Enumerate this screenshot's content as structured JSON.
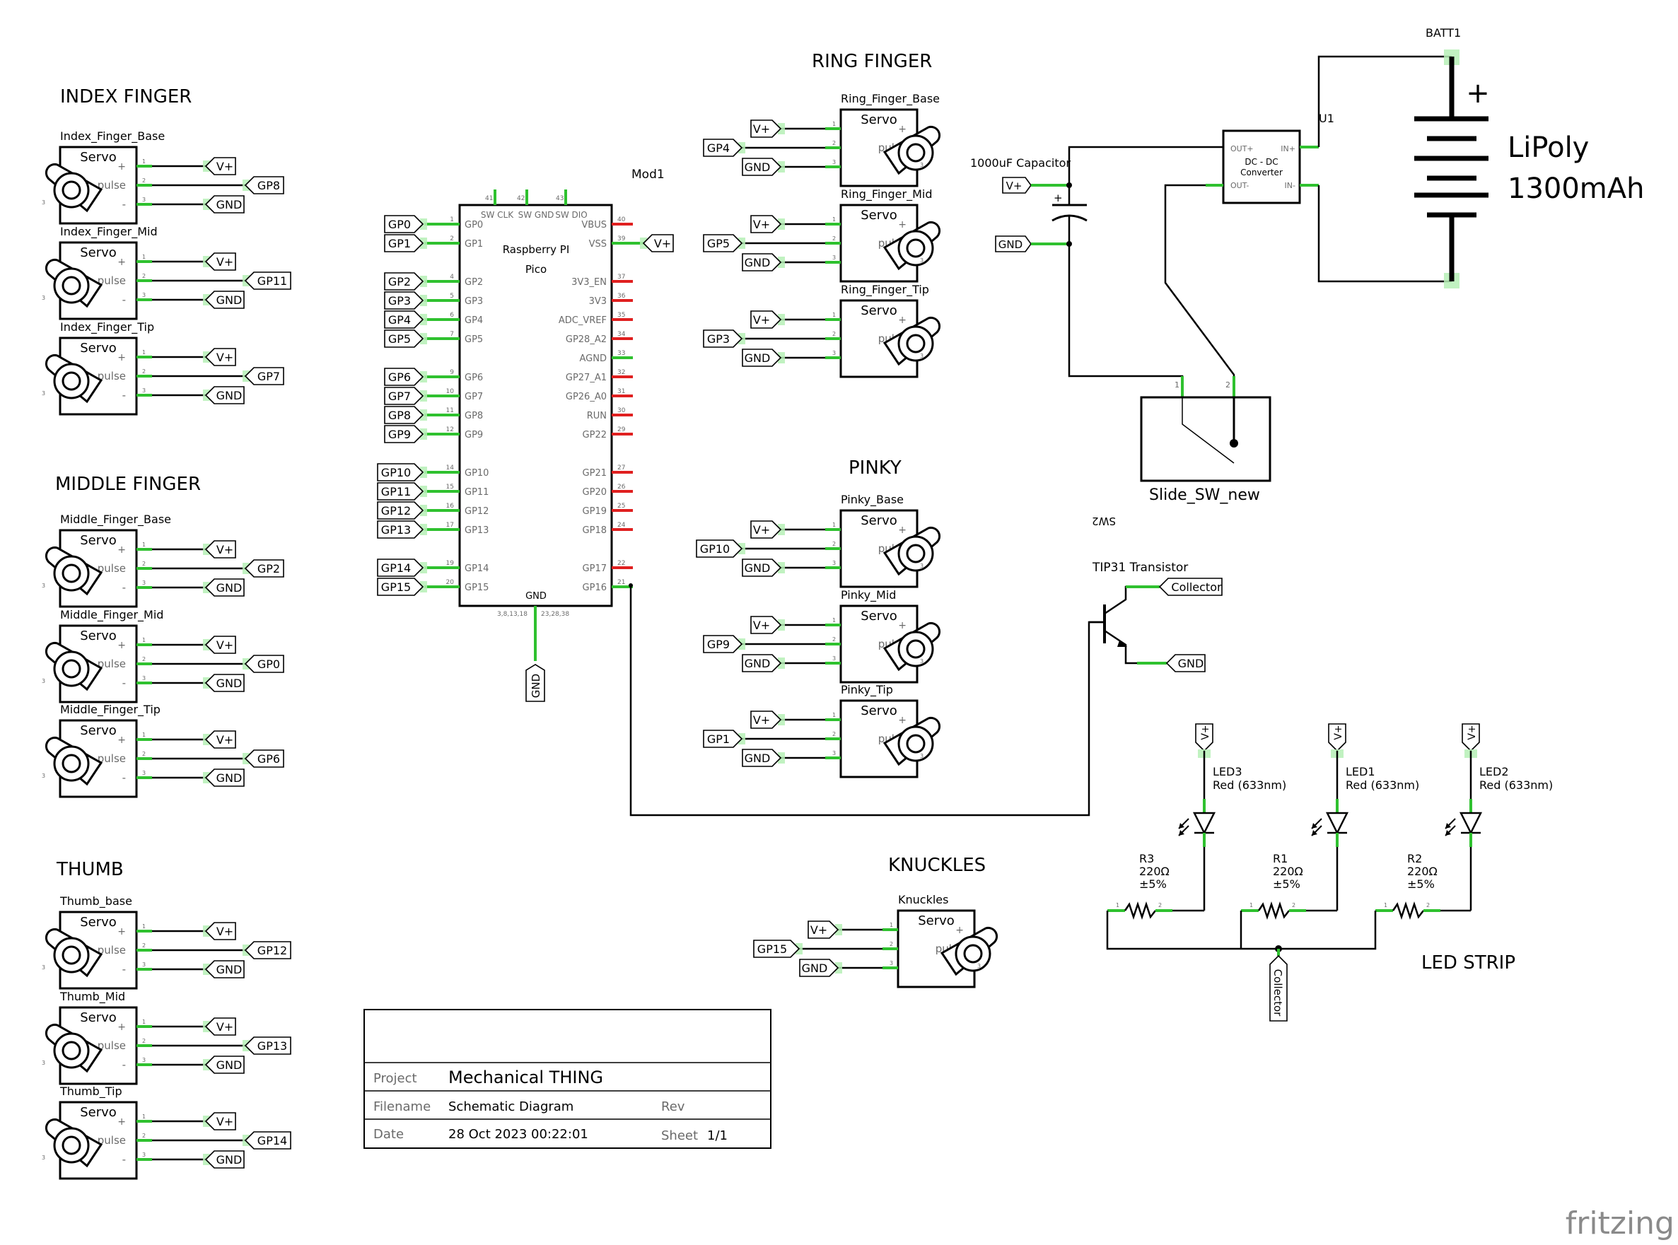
{
  "sections": {
    "index": "INDEX FINGER",
    "middle": "MIDDLE FINGER",
    "thumb": "THUMB",
    "ring": "RING FINGER",
    "pinky": "PINKY",
    "knuckles": "KNUCKLES",
    "led_strip": "LED STRIP"
  },
  "servo": {
    "body_label": "Servo",
    "pin_plus": "+",
    "pin_pulse": "pulse",
    "pin_minus": "-",
    "pin1": "1",
    "pin2": "2",
    "pin3": "3",
    "vplus": "V+",
    "gnd": "GND"
  },
  "servos": [
    {
      "name": "Index_Finger_Base",
      "signal": "GP8"
    },
    {
      "name": "Index_Finger_Mid",
      "signal": "GP11"
    },
    {
      "name": "Index_Finger_Tip",
      "signal": "GP7"
    },
    {
      "name": "Middle_Finger_Base",
      "signal": "GP2"
    },
    {
      "name": "Middle_Finger_Mid",
      "signal": "GP0"
    },
    {
      "name": "Middle_Finger_Tip",
      "signal": "GP6"
    },
    {
      "name": "Thumb_base",
      "signal": "GP12"
    },
    {
      "name": "Thumb_Mid",
      "signal": "GP13"
    },
    {
      "name": "Thumb_Tip",
      "signal": "GP14"
    },
    {
      "name": "Ring_Finger_Base",
      "signal": "GP4"
    },
    {
      "name": "Ring_Finger_Mid",
      "signal": "GP5"
    },
    {
      "name": "Ring_Finger_Tip",
      "signal": "GP3"
    },
    {
      "name": "Pinky_Base",
      "signal": "GP10"
    },
    {
      "name": "Pinky_Mid",
      "signal": "GP9"
    },
    {
      "name": "Pinky_Tip",
      "signal": "GP1"
    },
    {
      "name": "Knuckles",
      "signal": "GP15"
    }
  ],
  "pico": {
    "ref": "Mod1",
    "title1": "Raspberry PI",
    "title2": "Pico",
    "top_pins": [
      {
        "num": "41",
        "label": "SW CLK"
      },
      {
        "num": "42",
        "label": "SW GND"
      },
      {
        "num": "43",
        "label": "SW DIO"
      }
    ],
    "bottom_label": "GND",
    "bottom_num_left": "3,8,13,18",
    "bottom_num_right": "23,28,38",
    "bottom_net": "GND",
    "left_pins": [
      {
        "num": "1",
        "label": "GP0",
        "net": "GP0"
      },
      {
        "num": "2",
        "label": "GP1",
        "net": "GP1"
      },
      {
        "num": "4",
        "label": "GP2",
        "net": "GP2"
      },
      {
        "num": "5",
        "label": "GP3",
        "net": "GP3"
      },
      {
        "num": "6",
        "label": "GP4",
        "net": "GP4"
      },
      {
        "num": "7",
        "label": "GP5",
        "net": "GP5"
      },
      {
        "num": "9",
        "label": "GP6",
        "net": "GP6"
      },
      {
        "num": "10",
        "label": "GP7",
        "net": "GP7"
      },
      {
        "num": "11",
        "label": "GP8",
        "net": "GP8"
      },
      {
        "num": "12",
        "label": "GP9",
        "net": "GP9"
      },
      {
        "num": "14",
        "label": "GP10",
        "net": "GP10"
      },
      {
        "num": "15",
        "label": "GP11",
        "net": "GP11"
      },
      {
        "num": "16",
        "label": "GP12",
        "net": "GP12"
      },
      {
        "num": "17",
        "label": "GP13",
        "net": "GP13"
      },
      {
        "num": "19",
        "label": "GP14",
        "net": "GP14"
      },
      {
        "num": "20",
        "label": "GP15",
        "net": "GP15"
      }
    ],
    "right_pins": [
      {
        "num": "40",
        "label": "VBUS"
      },
      {
        "num": "39",
        "label": "VSS",
        "net": "V+"
      },
      {
        "num": "37",
        "label": "3V3_EN"
      },
      {
        "num": "36",
        "label": "3V3"
      },
      {
        "num": "35",
        "label": "ADC_VREF"
      },
      {
        "num": "34",
        "label": "GP28_A2"
      },
      {
        "num": "33",
        "label": "AGND"
      },
      {
        "num": "32",
        "label": "GP27_A1"
      },
      {
        "num": "31",
        "label": "GP26_A0"
      },
      {
        "num": "30",
        "label": "RUN"
      },
      {
        "num": "29",
        "label": "GP22"
      },
      {
        "num": "27",
        "label": "GP21"
      },
      {
        "num": "26",
        "label": "GP20"
      },
      {
        "num": "25",
        "label": "GP19"
      },
      {
        "num": "24",
        "label": "GP18"
      },
      {
        "num": "22",
        "label": "GP17"
      },
      {
        "num": "21",
        "label": "GP16"
      }
    ]
  },
  "power": {
    "capacitor_label": "1000uF Capacitor",
    "cap_plus": "+",
    "vplus": "V+",
    "gnd": "GND",
    "converter_ref": "U1",
    "converter_line1": "DC - DC",
    "converter_line2": "Converter",
    "out_plus": "OUT+",
    "out_minus": "OUT-",
    "in_plus": "IN+",
    "in_minus": "IN-",
    "battery_ref": "BATT1",
    "battery_plus": "+",
    "battery_line1": "LiPoly",
    "battery_line2": "1300mAh",
    "switch_name": "Slide_SW_new",
    "switch_ref": "SW2",
    "switch_pin1": "1",
    "switch_pin2": "2"
  },
  "transistor": {
    "label": "TIP31 Transistor",
    "collector": "Collector",
    "gnd": "GND"
  },
  "leds": [
    {
      "ref": "LED3",
      "color": "Red (633nm)",
      "net": "V+"
    },
    {
      "ref": "LED1",
      "color": "Red (633nm)",
      "net": "V+"
    },
    {
      "ref": "LED2",
      "color": "Red (633nm)",
      "net": "V+"
    }
  ],
  "resistors": [
    {
      "ref": "R3",
      "value": "220Ω",
      "tol": "±5%"
    },
    {
      "ref": "R1",
      "value": "220Ω",
      "tol": "±5%"
    },
    {
      "ref": "R2",
      "value": "220Ω",
      "tol": "±5%"
    }
  ],
  "led_collector_net": "Collector",
  "title_block": {
    "project_label": "Project",
    "project_value": "Mechanical THING",
    "filename_label": "Filename",
    "filename_value": "Schematic Diagram",
    "rev_label": "Rev",
    "date_label": "Date",
    "date_value": "28 Oct 2023 00:22:01",
    "sheet_label": "Sheet",
    "sheet_value": "1/1"
  },
  "watermark": "fritzing",
  "colors": {
    "pin_green": "#2fc12f",
    "pin_red": "#e02020",
    "highlight": "#b6f0b6",
    "ink": "#000000"
  }
}
